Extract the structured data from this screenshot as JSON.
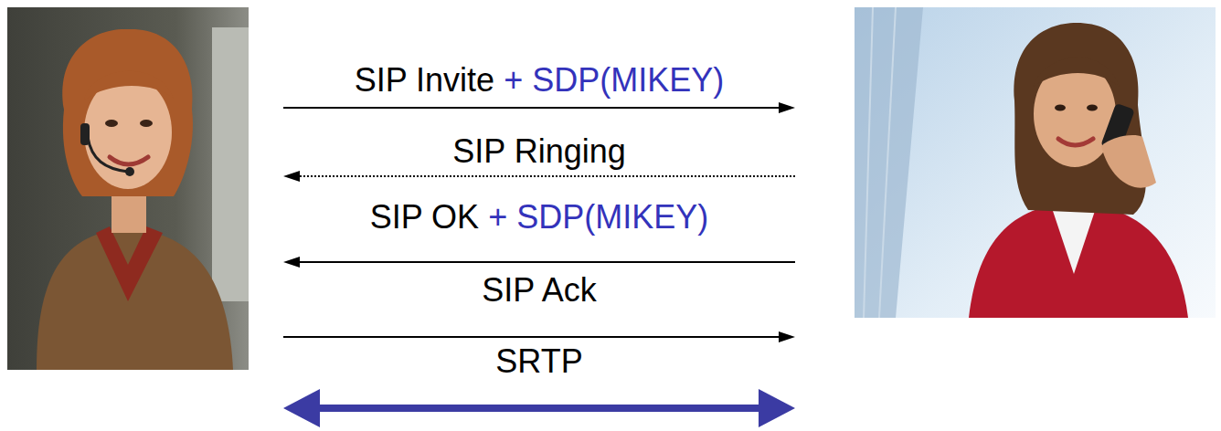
{
  "diagram": {
    "labels": [
      "SIP Invite",
      "+ SDP(MIKEY)",
      "SIP Ringing",
      "SIP OK",
      "+ SDP(MIKEY)",
      "SIP Ack",
      "SRTP"
    ]
  }
}
